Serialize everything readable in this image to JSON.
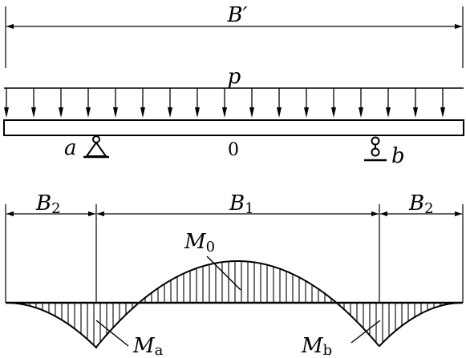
{
  "labels": {
    "width_total": "B′",
    "load": "p",
    "support_left": "a",
    "center": "0",
    "support_right": "b",
    "span_left": {
      "main": "B",
      "sub": "2"
    },
    "span_center": {
      "main": "B",
      "sub": "1"
    },
    "span_right": {
      "main": "B",
      "sub": "2"
    },
    "moment_center": {
      "main": "M",
      "sub": "0"
    },
    "moment_left": {
      "main": "M",
      "sub": "a"
    },
    "moment_right": {
      "main": "M",
      "sub": "b"
    }
  },
  "colors": {
    "ink": "#000000",
    "background": "#ffffff"
  }
}
